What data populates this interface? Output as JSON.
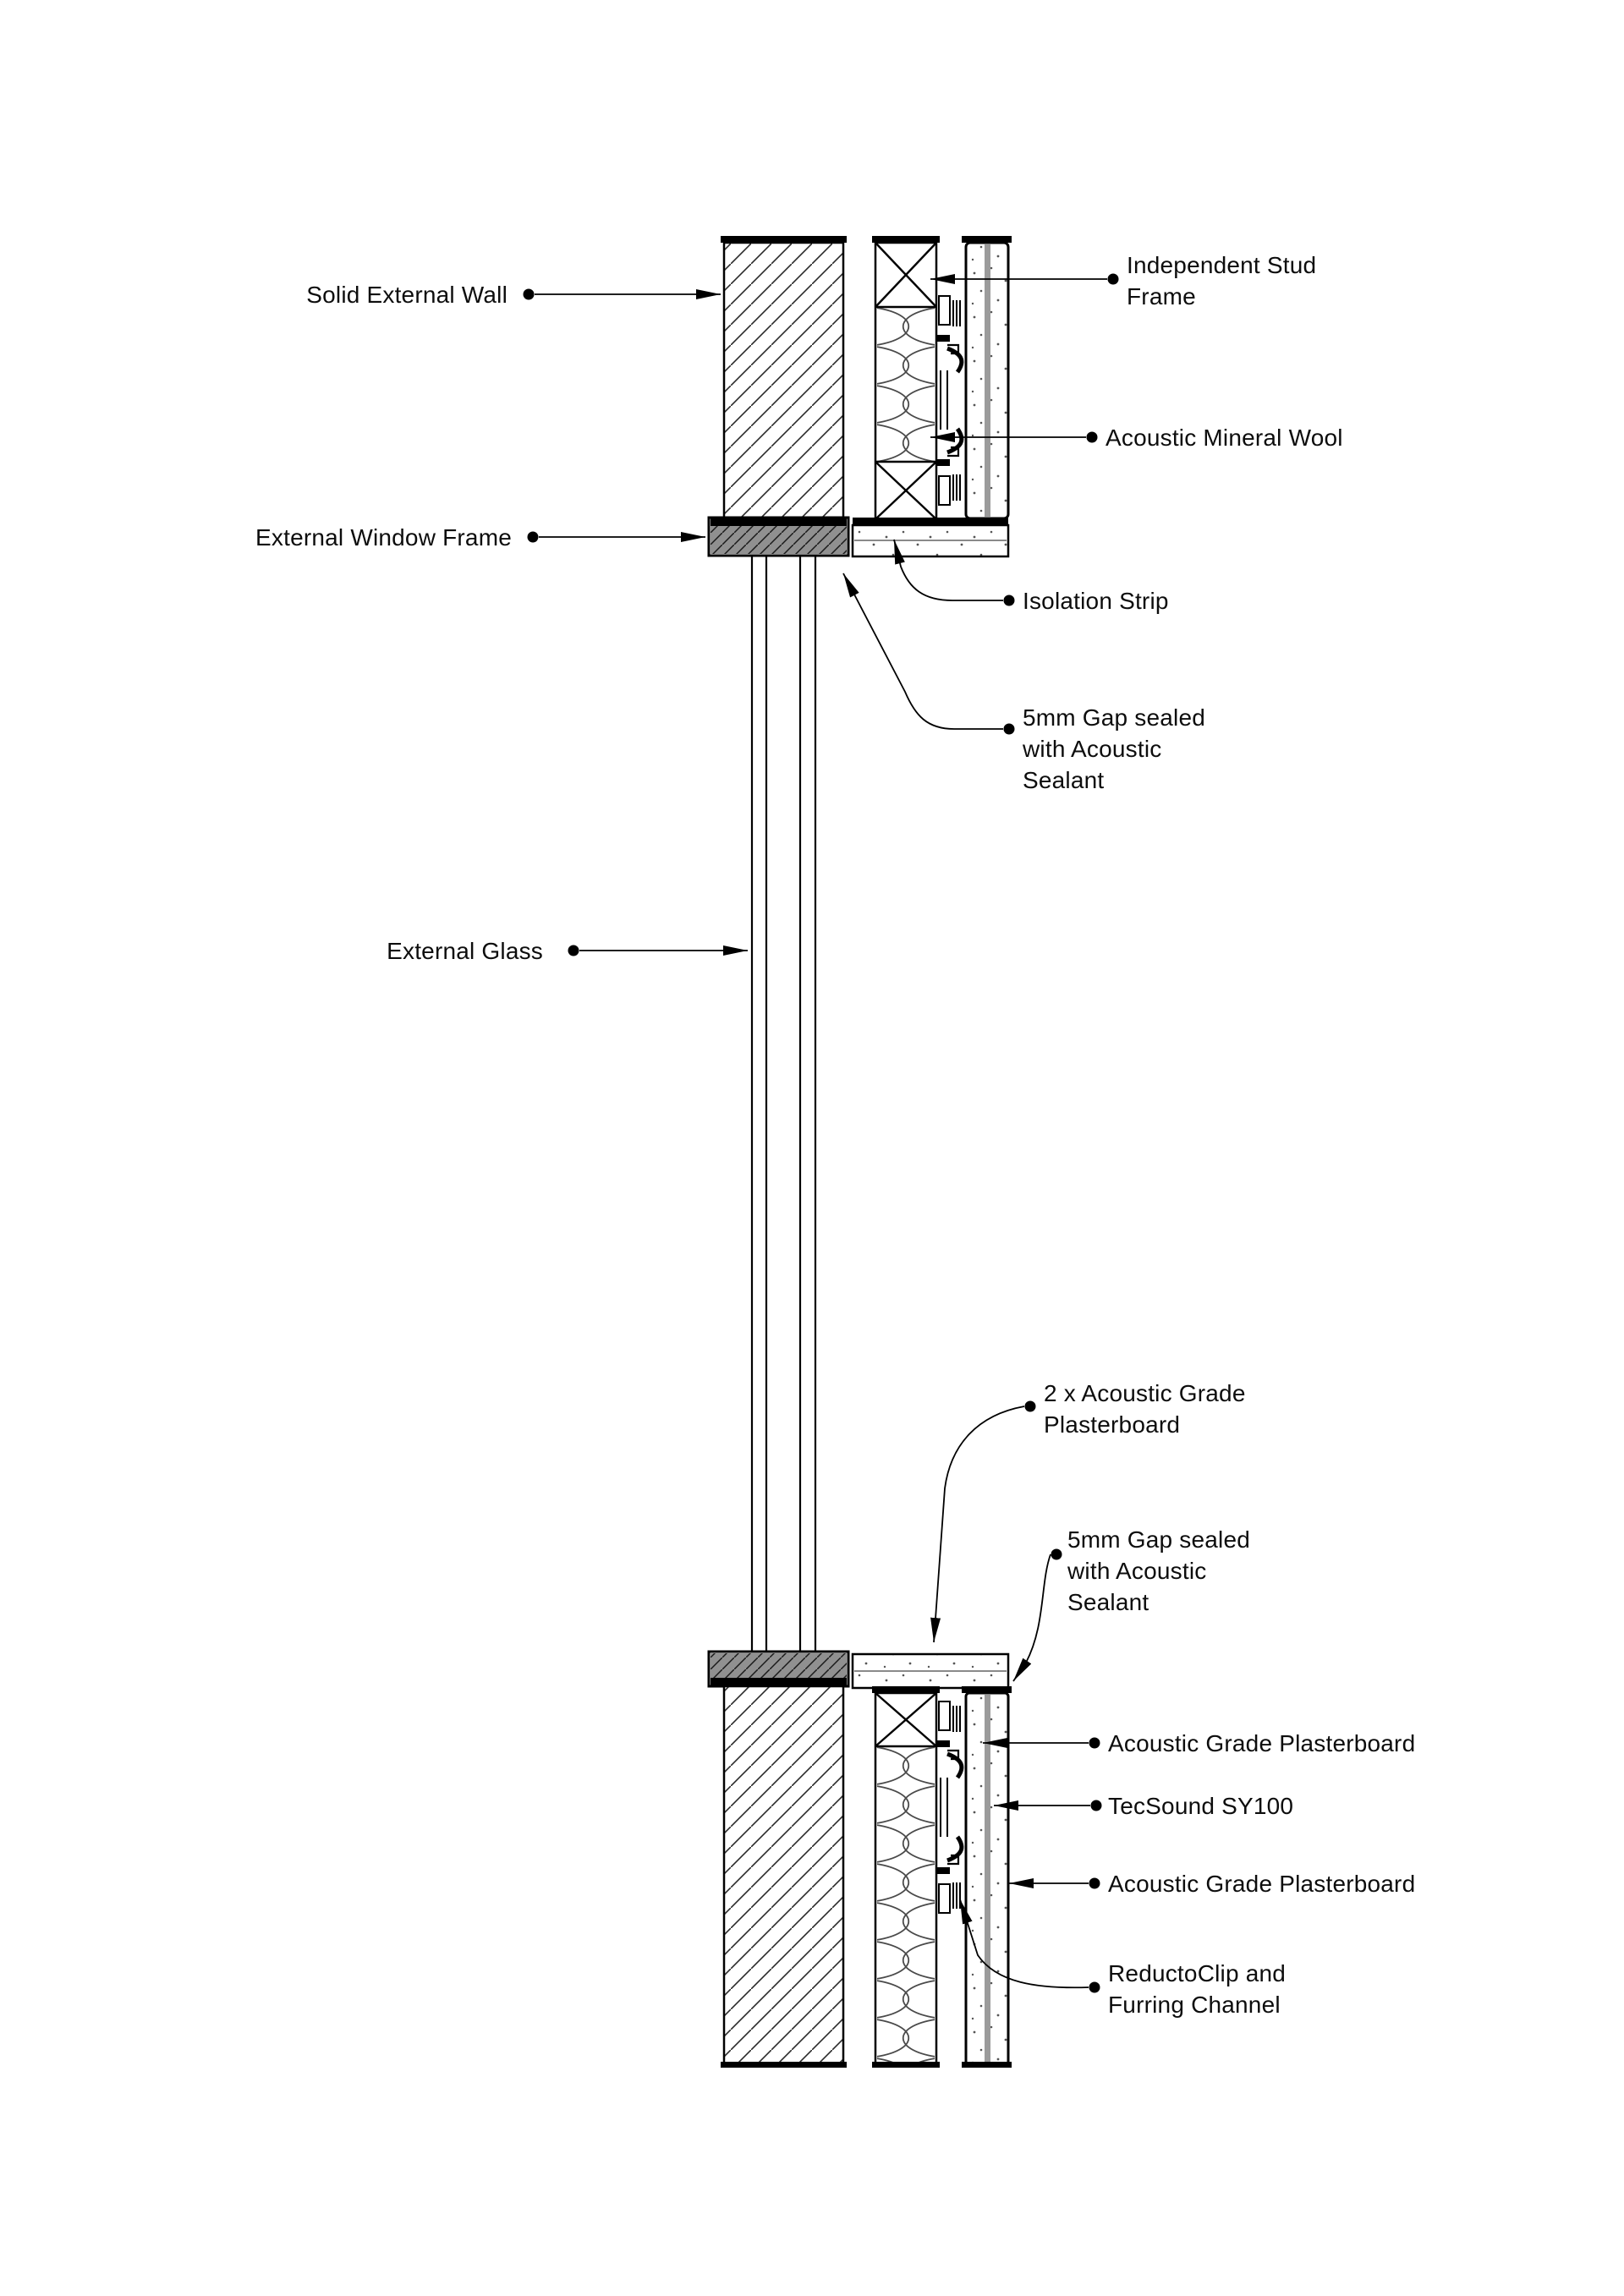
{
  "drawing": {
    "type": "section-detail",
    "subject": "secondary glazing / independent acoustic wall lining at a window reveal"
  },
  "colors": {
    "background": "#ffffff",
    "line": "#000000",
    "window_frame_fill": "#909090",
    "tecsound_layer": "#9b9b9b",
    "hatch_line": "#2a2a2a"
  },
  "callouts": {
    "solid_external_wall": "Solid External Wall",
    "external_window_frame": "External Window Frame",
    "external_glass": "External Glass",
    "independent_stud_frame": "Independent Stud Frame",
    "acoustic_mineral_wool": "Acoustic Mineral Wool",
    "isolation_strip": "Isolation Strip",
    "gap_sealant_top": "5mm Gap sealed with Acoustic Sealant",
    "two_x_plasterboard": "2 x Acoustic Grade Plasterboard",
    "gap_sealant_bottom": "5mm Gap sealed with Acoustic Sealant",
    "plasterboard_inner": "Acoustic Grade Plasterboard",
    "tecsound": "TecSound SY100",
    "plasterboard_outer": "Acoustic Grade Plasterboard",
    "reductoclip": "ReductoClip and Furring Channel"
  }
}
